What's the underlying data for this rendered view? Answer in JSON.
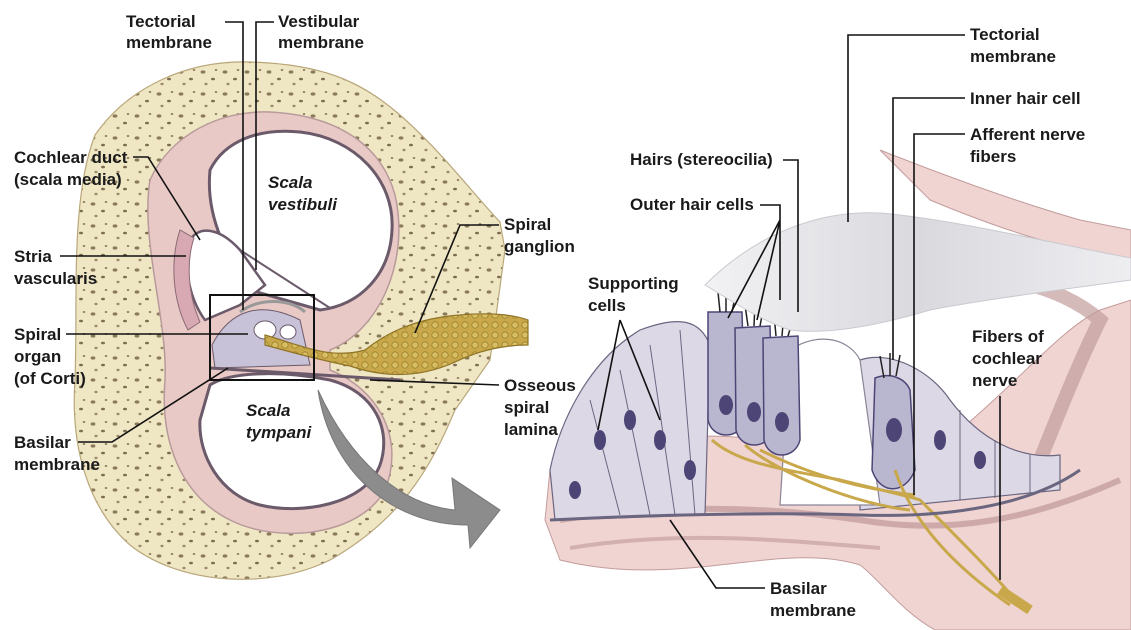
{
  "colors": {
    "bone": "#efe6c4",
    "bone_speckle": "#8a7a5a",
    "tissue_pink": "#e9c9c6",
    "membrane_line": "#6b5a6a",
    "cell_fill": "#b9b6cf",
    "cell_nucleus": "#4d4575",
    "nerve": "#c8a84a",
    "tectorial": "#e6e6ea",
    "arrow": "#8c8c8c"
  },
  "left_labels": {
    "tectorial_1": "Tectorial",
    "tectorial_2": "membrane",
    "vestibular_1": "Vestibular",
    "vestibular_2": "membrane",
    "cochlear_duct_1": "Cochlear duct",
    "cochlear_duct_2": "(scala media)",
    "stria_1": "Stria",
    "stria_2": "vascularis",
    "spiral_organ_1": "Spiral",
    "spiral_organ_2": "organ",
    "spiral_organ_3": "(of Corti)",
    "basilar_1": "Basilar",
    "basilar_2": "membrane",
    "scala_vestibuli_1": "Scala",
    "scala_vestibuli_2": "vestibuli",
    "scala_tympani_1": "Scala",
    "scala_tympani_2": "tympani",
    "spiral_ganglion_1": "Spiral",
    "spiral_ganglion_2": "ganglion",
    "osseous_1": "Osseous",
    "osseous_2": "spiral",
    "osseous_3": "lamina"
  },
  "right_labels": {
    "tectorial_1": "Tectorial",
    "tectorial_2": "membrane",
    "inner_hair_cell": "Inner hair cell",
    "afferent_1": "Afferent nerve",
    "afferent_2": "fibers",
    "hairs": "Hairs (stereocilia)",
    "outer_hair_cells": "Outer hair cells",
    "supporting_1": "Supporting",
    "supporting_2": "cells",
    "fibers_1": "Fibers of",
    "fibers_2": "cochlear",
    "fibers_3": "nerve",
    "basilar_1": "Basilar",
    "basilar_2": "membrane"
  }
}
